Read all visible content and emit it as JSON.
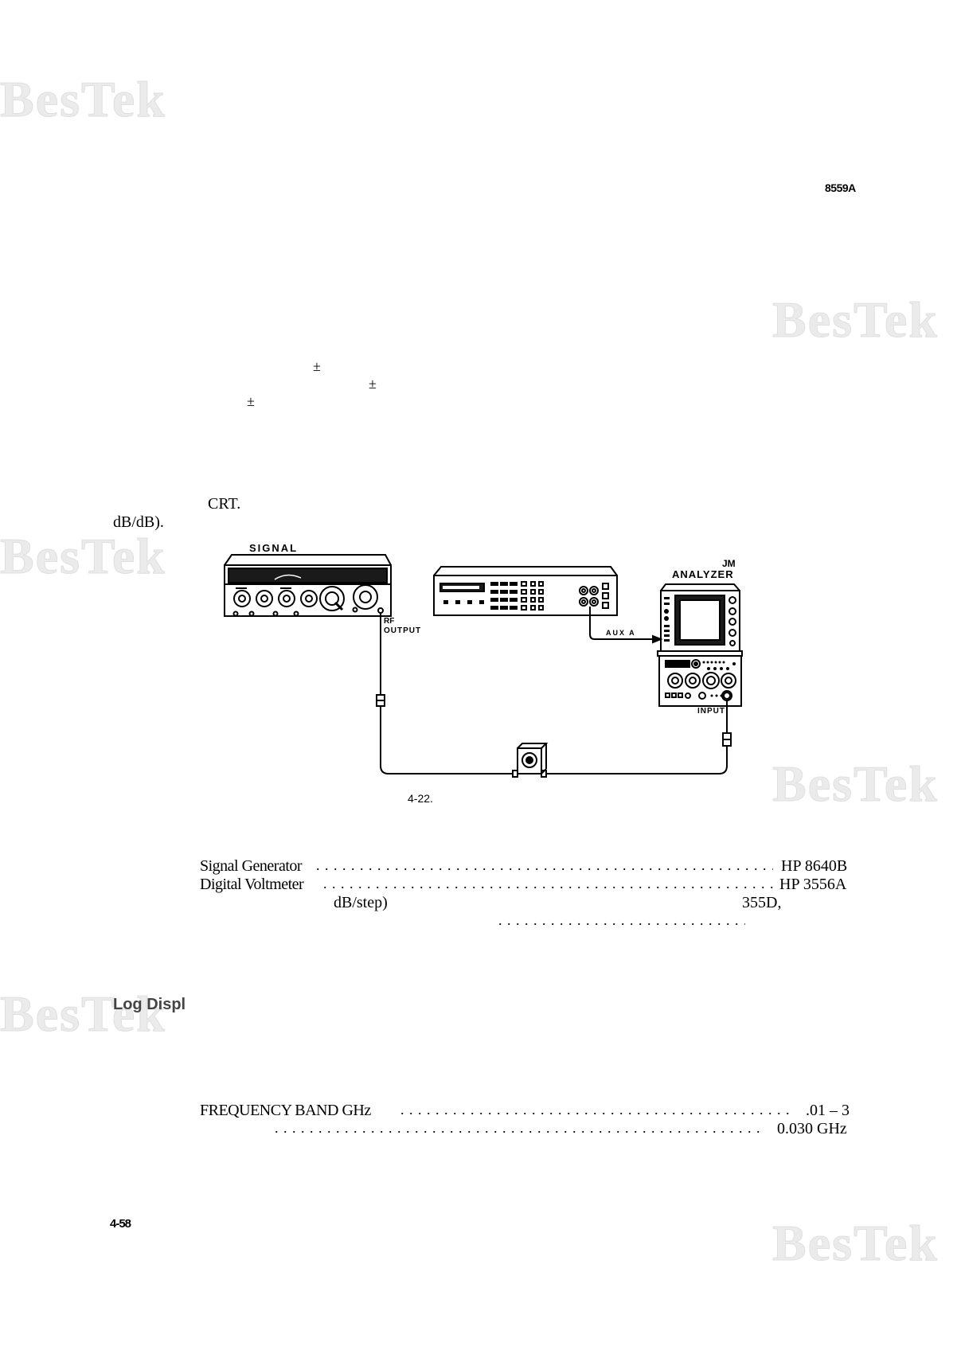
{
  "header": {
    "model": "8559A"
  },
  "watermark": {
    "text": "BesTek"
  },
  "text_fragments": {
    "pm1": "±",
    "pm2": "±",
    "pm3": "±",
    "crt": "CRT.",
    "db_per_db": "dB/dB)."
  },
  "figure": {
    "signal_label": "SIGNAL",
    "analyzer_label_a": "JM",
    "analyzer_label_b": "ANALYZER",
    "rf_output_a": "RF",
    "rf_output_b": "OUTPUT",
    "aux_a": "AUX A",
    "input": "INPUT",
    "caption": "4-22."
  },
  "equipment": [
    {
      "name": "Signal Generator",
      "model": "HP 8640B"
    },
    {
      "name": "Digital Voltmeter",
      "model": "HP 3556A"
    }
  ],
  "attenuator_line": {
    "left": "dB/step)",
    "right": "355D,"
  },
  "section_heading": "Log Displ",
  "settings": [
    {
      "name": "FREQUENCY BAND GHz",
      "value": ".01 – 3"
    },
    {
      "name": "",
      "value": "0.030 GHz"
    }
  ],
  "footer": {
    "page": "4-58"
  }
}
